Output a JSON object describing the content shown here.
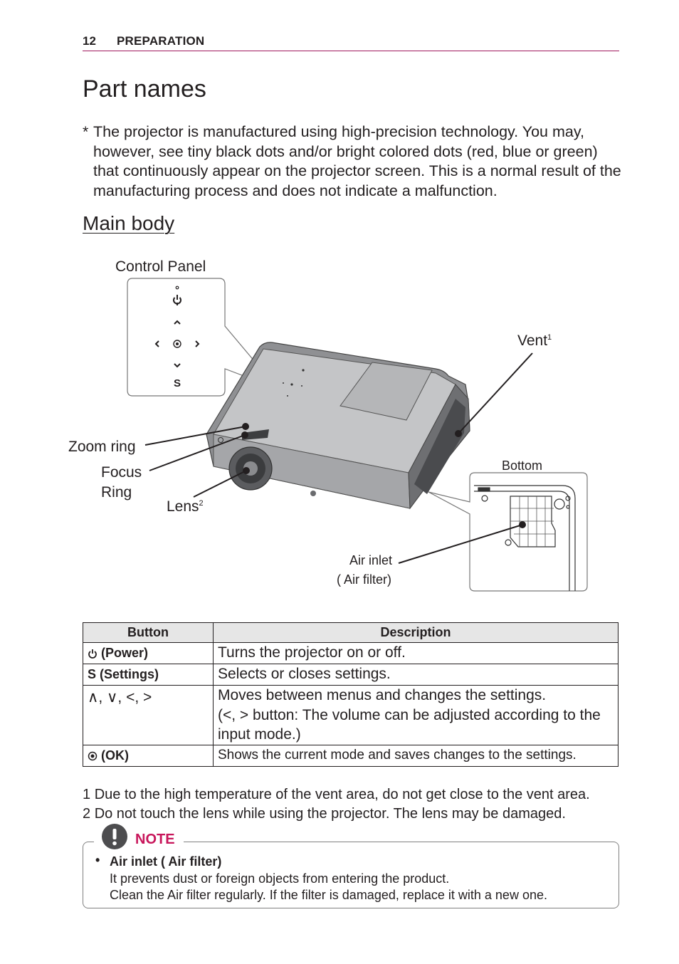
{
  "header": {
    "page_number": "12",
    "section": "PREPARATION"
  },
  "title": "Part names",
  "intro": {
    "marker": "*",
    "text": "The projector is manufactured using high-precision technology. You may, however, see tiny black dots and/or bright colored dots (red, blue or green) that continuously appear on the projector screen. This is a normal result of the manufacturing process and does not indicate a malfunction."
  },
  "subtitle": "Main body",
  "diagram": {
    "control_panel_label": "Control Panel",
    "panel_settings_glyph": "S",
    "vent_label": "Vent",
    "vent_sup": "1",
    "zoom_label": "Zoom ring",
    "focus_label_1": "Focus",
    "focus_label_2": "Ring",
    "lens_label": "Lens",
    "lens_sup": "2",
    "bottom_label": "Bottom",
    "air_inlet_1": "Air inlet",
    "air_inlet_2": "( Air filter)"
  },
  "table": {
    "headers": [
      "Button",
      "Description"
    ],
    "rows": [
      {
        "button": "(Power)",
        "description": "Turns the projector on or off."
      },
      {
        "button": "S (Settings)",
        "description": "Selects or closes settings."
      },
      {
        "button": "∧, ∨, <, >",
        "description_1": "Moves between menus and changes the settings.",
        "description_2": "(<, > button: The volume can be adjusted according to the input mode.)"
      },
      {
        "button": "(OK)",
        "description": "Shows the current mode and saves changes to the settings."
      }
    ]
  },
  "footnotes": [
    {
      "num": "1",
      "text": "Due to the high temperature of the vent area, do not get close to the vent area."
    },
    {
      "num": "2",
      "text": "Do not touch the lens while using the projector. The lens may be damaged."
    }
  ],
  "note": {
    "label": "NOTE",
    "bullet": "•",
    "item_title": "Air inlet ( Air filter)",
    "line_1": "It prevents dust or foreign objects from entering the product.",
    "line_2": "Clean the  Air filter regularly. If the filter is damaged, replace it with a new one."
  }
}
